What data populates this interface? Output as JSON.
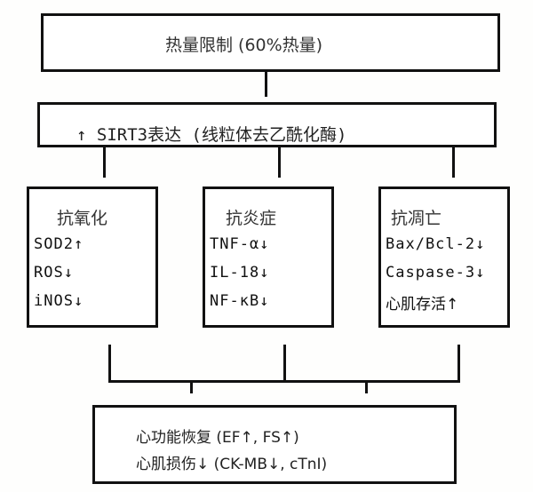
{
  "diagram": {
    "top_node": {
      "label": "热量限制 (60%热量)"
    },
    "sirt3_node": {
      "label": "↑ SIRT3表达 (线粒体去乙酰化酶)"
    },
    "mechanisms": [
      {
        "heading": "抗氧化",
        "items": [
          "SOD2↑",
          "ROS↓",
          "iNOS↓"
        ]
      },
      {
        "heading": "抗炎症",
        "items": [
          "TNF-α↓",
          "IL-18↓",
          "NF-κB↓"
        ]
      },
      {
        "heading": "抗凋亡",
        "items": [
          "Bax/Bcl-2↓",
          "Caspase-3↓",
          "心肌存活↑"
        ]
      }
    ],
    "outcome_node": {
      "lines": [
        "心功能恢复 (EF↑, FS↑)",
        "心肌损伤↓ (CK-MB↓, cTnI)"
      ]
    }
  }
}
